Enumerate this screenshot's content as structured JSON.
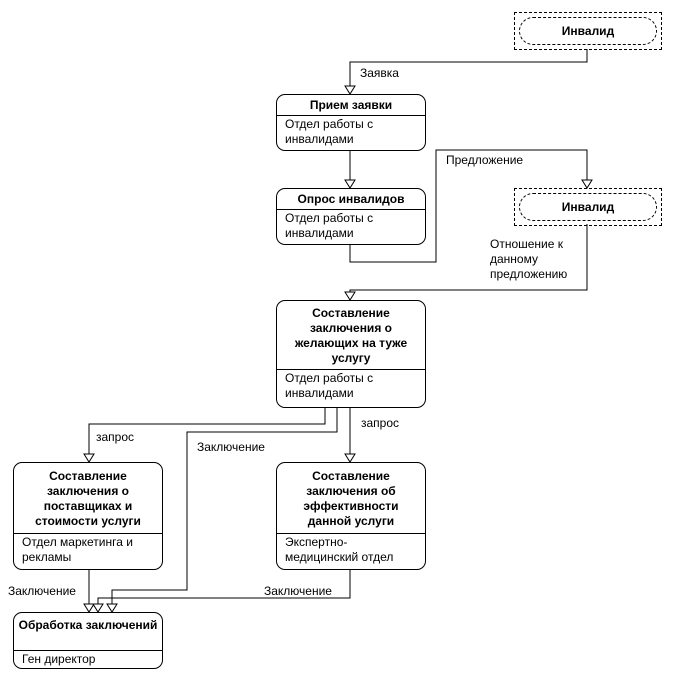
{
  "external_entities": [
    {
      "label": "Инвалид"
    },
    {
      "label": "Инвалид"
    }
  ],
  "processes": [
    {
      "title": "Прием заявки",
      "dept": "Отдел работы с инвалидами"
    },
    {
      "title": "Опрос инвалидов",
      "dept": "Отдел работы с инвалидами"
    },
    {
      "title": "Составление заключения о желающих на туже услугу",
      "dept": "Отдел работы с инвалидами"
    },
    {
      "title": "Составление заключения о поставщиках и стоимости услуги",
      "dept": "Отдел маркетинга и рекламы"
    },
    {
      "title": "Составление заключения об эффективности данной услуги",
      "dept": "Экспертно- медицинский  отдел"
    },
    {
      "title": "Обработка заключений",
      "dept": "Ген директор"
    }
  ],
  "flows": [
    {
      "label": "Заявка"
    },
    {
      "label": "Предложение"
    },
    {
      "label": "Отношение к данному предложению"
    },
    {
      "label": "запрос"
    },
    {
      "label": "запрос"
    },
    {
      "label": "Заключение"
    },
    {
      "label": "Заключение"
    },
    {
      "label": "Заключение"
    }
  ]
}
